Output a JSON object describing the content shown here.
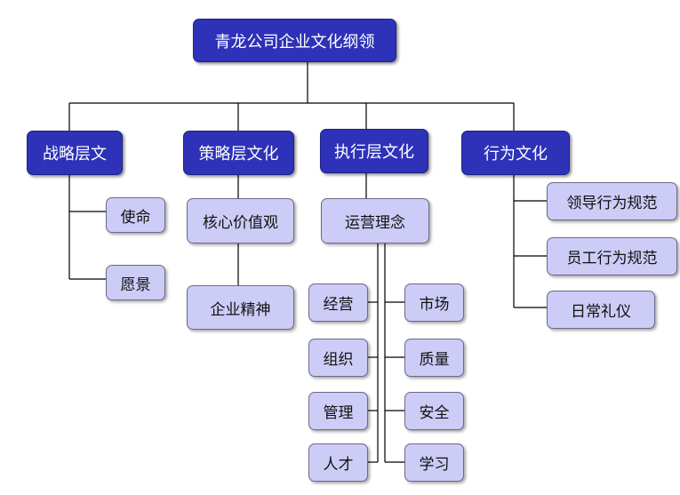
{
  "root": {
    "label": "青龙公司企业文化纲领"
  },
  "branches": [
    {
      "label": "战略层文",
      "children": [
        "使命",
        "愿景"
      ]
    },
    {
      "label": "策略层文化",
      "children": [
        "核心价值观",
        "企业精神"
      ]
    },
    {
      "label": "执行层文化",
      "children": [
        "运营理念"
      ],
      "sub_left": [
        "经营",
        "组织",
        "管理",
        "人才"
      ],
      "sub_right": [
        "市场",
        "质量",
        "安全",
        "学习"
      ]
    },
    {
      "label": "行为文化",
      "children": [
        "领导行为规范",
        "员工行为规范",
        "日常礼仪"
      ]
    }
  ],
  "colors": {
    "dark_node_fill": "#2e32b8",
    "light_node_fill": "#ccccf7",
    "connector": "#000000"
  }
}
